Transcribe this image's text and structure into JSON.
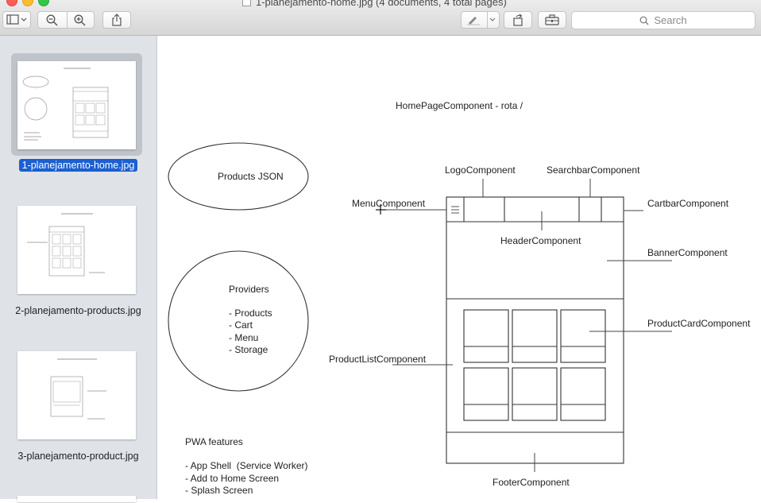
{
  "window": {
    "title": "1-planejamento-home.jpg (4 documents, 4 total pages)"
  },
  "toolbar": {
    "search_placeholder": "Search",
    "icons": [
      "sidebar-toggle-icon",
      "zoom-out-icon",
      "zoom-in-icon",
      "share-icon",
      "markup-pen-icon",
      "rotate-icon",
      "toolbox-icon",
      "search-icon"
    ]
  },
  "sidebar": {
    "items": [
      {
        "label": "1-planejamento-home.jpg",
        "selected": true
      },
      {
        "label": "2-planejamento-products.jpg",
        "selected": false
      },
      {
        "label": "3-planejamento-product.jpg",
        "selected": false
      }
    ]
  },
  "document": {
    "title": "HomePageComponent - rota /",
    "products_json": "Products JSON",
    "providers": {
      "title": "Providers",
      "items": [
        "- Products",
        "- Cart",
        "- Menu",
        "- Storage"
      ]
    },
    "components": {
      "logo": "LogoComponent",
      "searchbar": "SearchbarComponent",
      "menu": "MenuComponent",
      "cartbar": "CartbarComponent",
      "header": "HeaderComponent",
      "banner": "BannerComponent",
      "product_card": "ProductCardComponent",
      "product_list": "ProductListComponent",
      "footer": "FooterComponent"
    },
    "pwa": {
      "title": "PWA features",
      "items": [
        "- App Shell  (Service Worker)",
        "- Add to Home Screen",
        "- Splash Screen"
      ]
    }
  }
}
